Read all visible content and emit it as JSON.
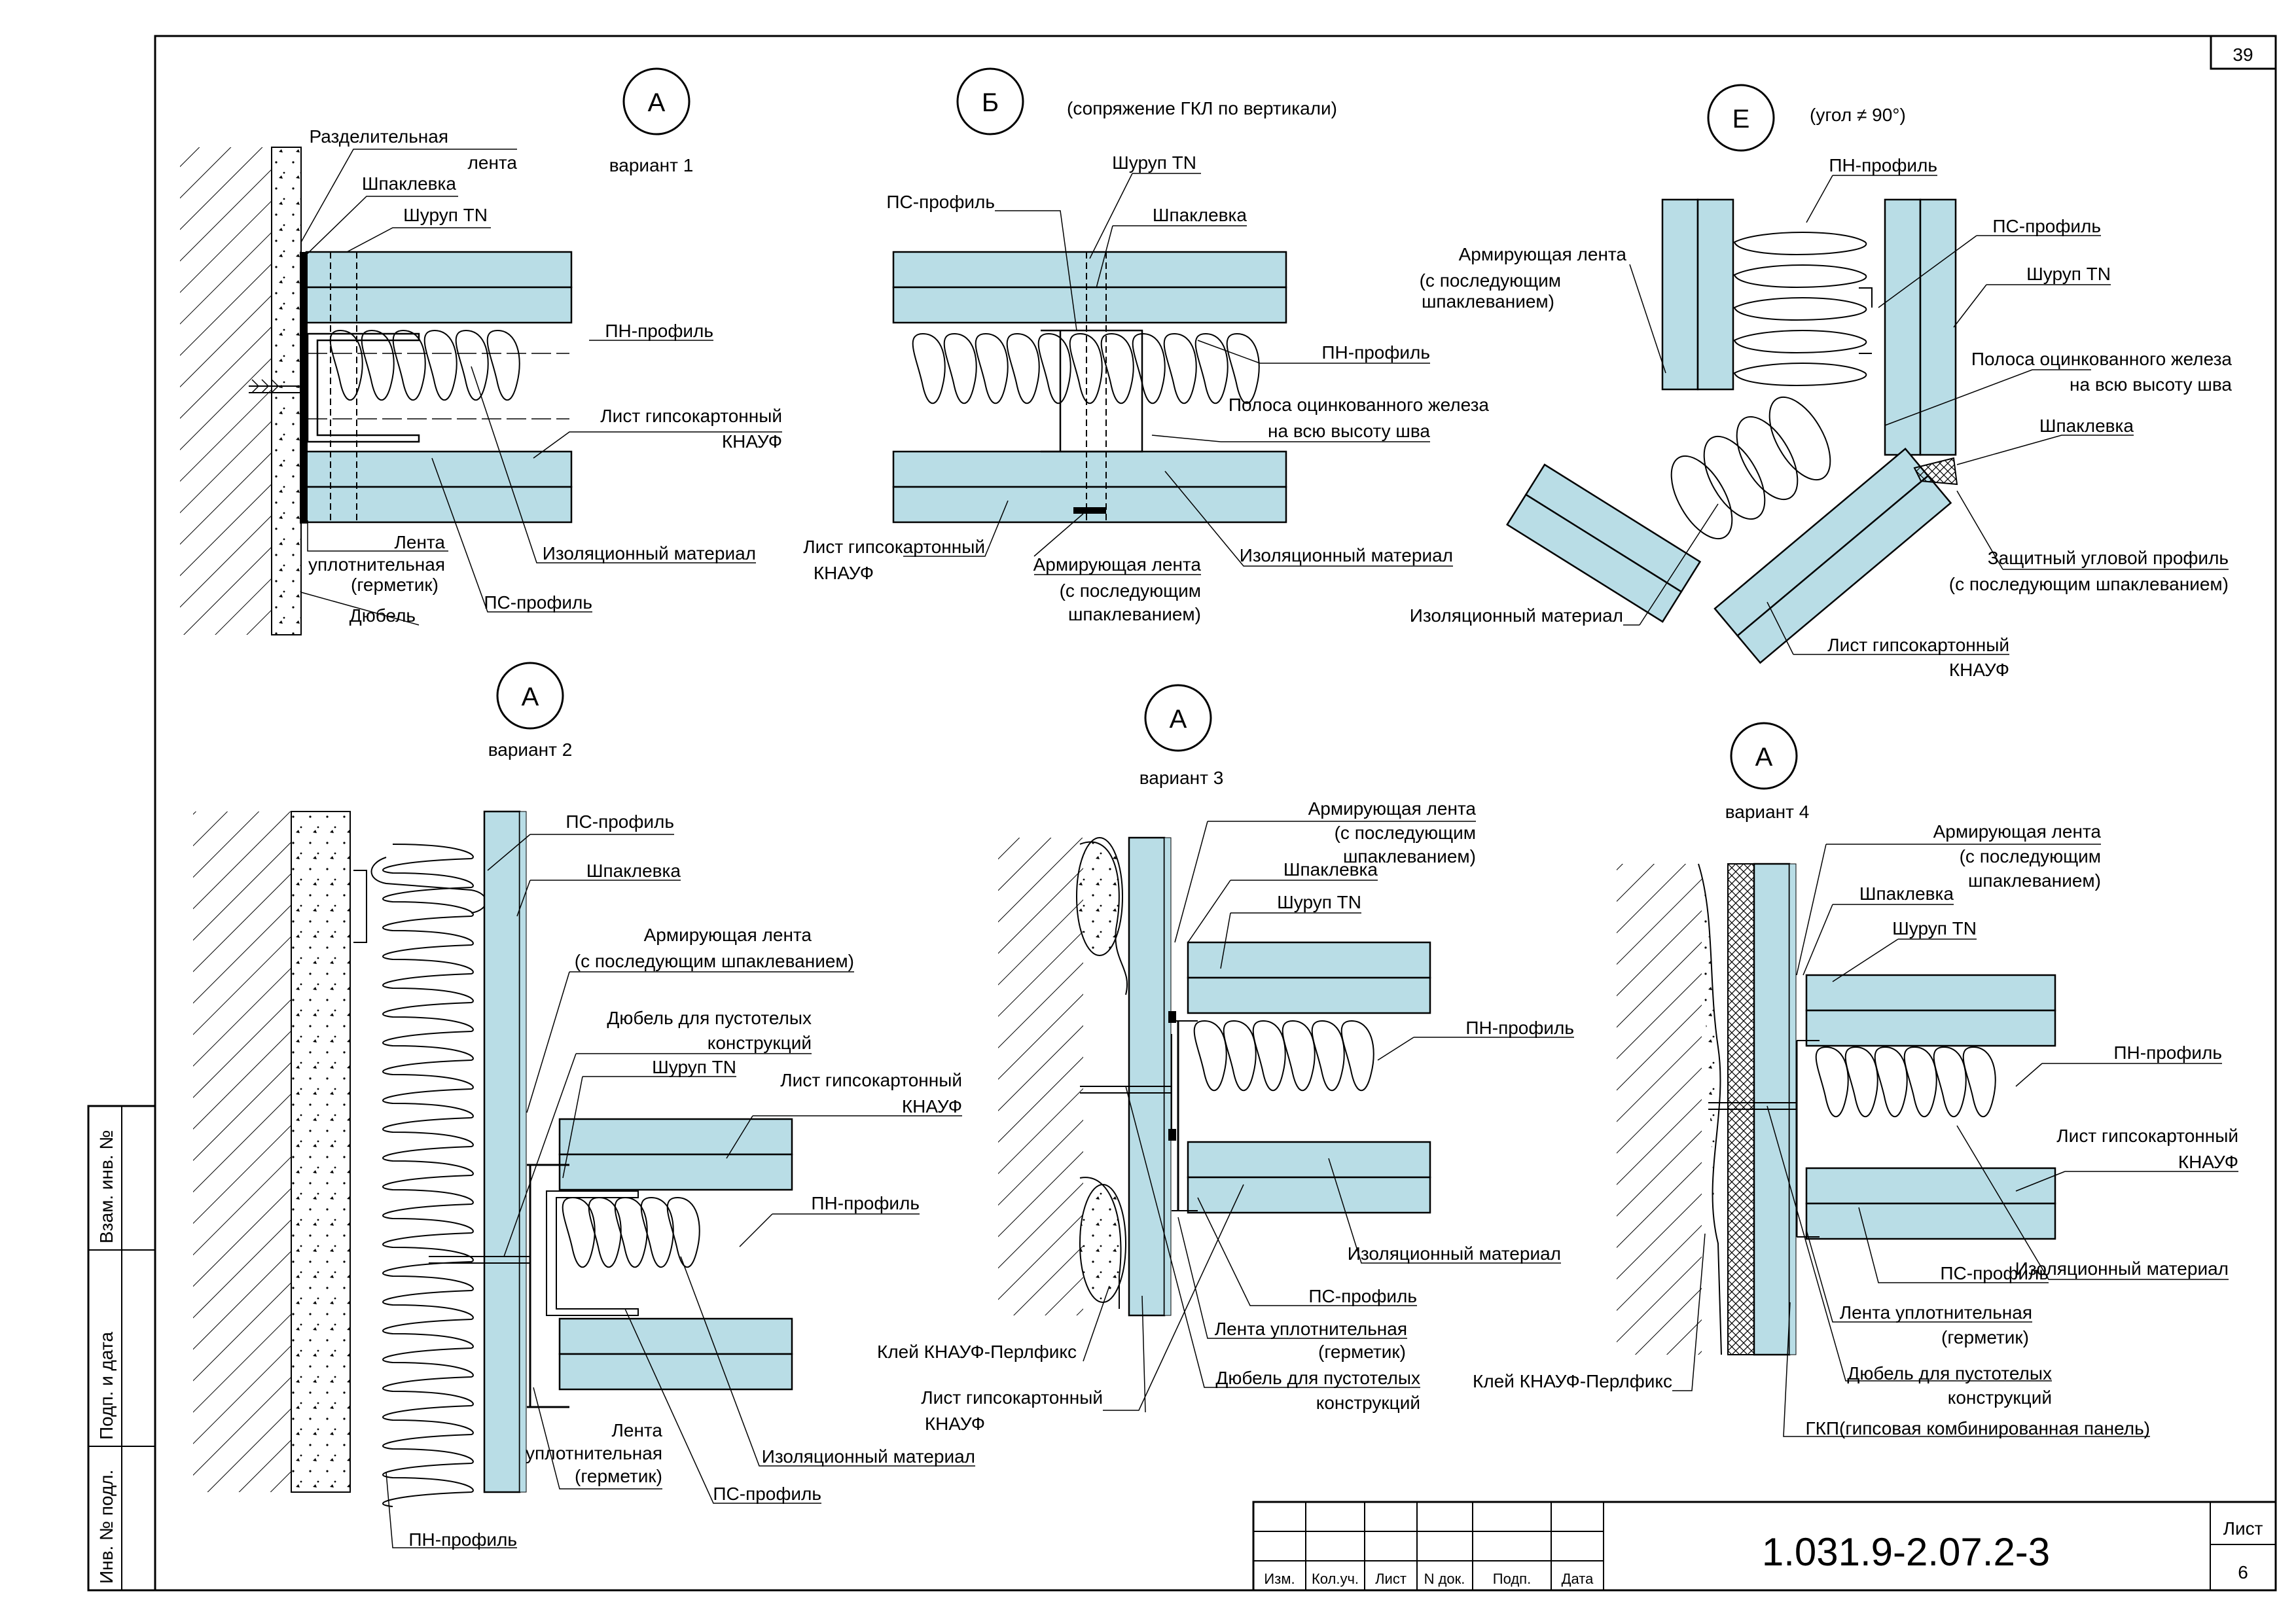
{
  "sheet_number_top": "39",
  "views": {
    "A1": {
      "letter": "А",
      "subtitle": "вариант 1",
      "labels": {
        "sep_tape_1": "Разделительная",
        "sep_tape_2": "лента",
        "putty": "Шпаклевка",
        "screw": "Шуруп TN",
        "pn": "ПН-профиль",
        "board_1": "Лист гипсокартонный",
        "board_2": "КНАУФ",
        "seal_1": "Лента",
        "seal_2": "уплотнительная",
        "seal_3": "(герметик)",
        "dowel": "Дюбель",
        "ps": "ПС-профиль",
        "insul": "Изоляционный материал"
      }
    },
    "B": {
      "letter": "Б",
      "subtitle": "(сопряжение ГКЛ по вертикали)",
      "labels": {
        "ps": "ПС-профиль",
        "screw": "Шуруп TN",
        "putty": "Шпаклевка",
        "pn": "ПН-профиль",
        "strip_1": "Полоса оцинкованного железа",
        "strip_2": "на всю высоту шва",
        "board_1": "Лист гипсокартонный",
        "board_2": "КНАУФ",
        "tape_1": "Армирующая лента",
        "tape_2": "(с последующим",
        "tape_3": "шпаклеванием)",
        "insul": "Изоляционный материал"
      }
    },
    "E": {
      "letter": "Е",
      "subtitle": "(угол ≠ 90°)",
      "labels": {
        "pn": "ПН-профиль",
        "tape_1": "Армирующая лента",
        "tape_2": "(с последующим",
        "tape_3": "шпаклеванием)",
        "ps": "ПС-профиль",
        "screw": "Шуруп TN",
        "strip_1": "Полоса оцинкованного железа",
        "strip_2": "на всю высоту шва",
        "putty": "Шпаклевка",
        "corner_1": "Защитный угловой профиль",
        "corner_2": "(с последующим шпаклеванием)",
        "insul": "Изоляционный материал",
        "board_1": "Лист гипсокартонный",
        "board_2": "КНАУФ"
      }
    },
    "A2": {
      "letter": "А",
      "subtitle": "вариант 2",
      "labels": {
        "ps": "ПС-профиль",
        "putty": "Шпаклевка",
        "tape_1": "Армирующая лента",
        "tape_2": "(с последующим шпаклеванием)",
        "dowel_1": "Дюбель для пустотелых",
        "dowel_2": "конструкций",
        "screw": "Шуруп TN",
        "board_1": "Лист гипсокартонный",
        "board_2": "КНАУФ",
        "pn": "ПН-профиль",
        "seal_1": "Лента",
        "seal_2": "уплотнительная",
        "seal_3": "(герметик)",
        "insul": "Изоляционный материал",
        "ps_bottom": "ПС-профиль",
        "pn_bottom": "ПН-профиль"
      }
    },
    "A3": {
      "letter": "А",
      "subtitle": "вариант 3",
      "labels": {
        "tape_1": "Армирующая лента",
        "tape_2": "(с последующим",
        "tape_3": "шпаклеванием)",
        "putty": "Шпаклевка",
        "screw": "Шуруп TN",
        "pn": "ПН-профиль",
        "insul": "Изоляционный материал",
        "ps": "ПС-профиль",
        "seal_1": "Лента уплотнительная",
        "seal_2": "(герметик)",
        "glue": "Клей КНАУФ-Перлфикс",
        "dowel_1": "Дюбель для пустотелых",
        "dowel_2": "конструкций",
        "board_1": "Лист гипсокартонный",
        "board_2": "КНАУФ"
      }
    },
    "A4": {
      "letter": "А",
      "subtitle": "вариант 4",
      "labels": {
        "tape_1": "Армирующая лента",
        "tape_2": "(с последующим",
        "tape_3": "шпаклеванием)",
        "putty": "Шпаклевка",
        "screw": "Шуруп TN",
        "pn": "ПН-профиль",
        "board_1": "Лист гипсокартонный",
        "board_2": "КНАУФ",
        "ps": "ПС-профиль",
        "insul": "Изоляционный материал",
        "seal_1": "Лента уплотнительная",
        "seal_2": "(герметик)",
        "glue": "Клей КНАУФ-Перлфикс",
        "dowel_1": "Дюбель для пустотелых",
        "dowel_2": "конструкций",
        "gkp": "ГКП(гипсовая комбинированная панель)"
      }
    }
  },
  "side_stamp": {
    "col1": "Взам. инв. №",
    "col2": "Подп. и дата",
    "col3": "Инв. № подл."
  },
  "title_block": {
    "columns": [
      "Изм.",
      "Кол.уч.",
      "Лист",
      "N док.",
      "Подп.",
      "Дата"
    ],
    "doc_code": "1.031.9-2.07.2-3",
    "sheet_label": "Лист",
    "sheet_number": "6"
  },
  "colors": {
    "board": "#b9dde6",
    "line": "#000000"
  }
}
